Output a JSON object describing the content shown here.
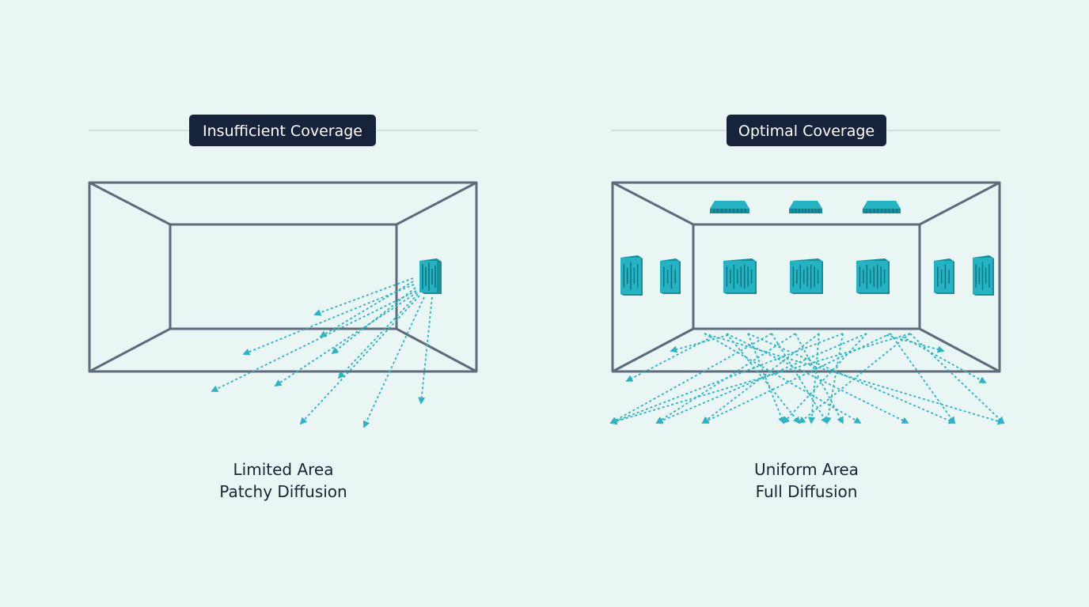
{
  "colors": {
    "background": "#e9f6f3",
    "room_outline": "#5e6b7c",
    "title_bg": "#17223b",
    "title_text": "#ffffff",
    "panel": "#24b3c2",
    "panel_dark": "#168f9d",
    "ray": "#2ab4c4",
    "caption_text": "#1c2333"
  },
  "panels": [
    {
      "id": "insufficient",
      "title": "Insufficient Coverage",
      "caption_line1": "Limited Area",
      "caption_line2": "Patchy Diffusion",
      "icon": "single-diffuser-panel"
    },
    {
      "id": "optimal",
      "title": "Optimal Coverage",
      "caption_line1": "Uniform Area",
      "caption_line2": "Full Diffusion",
      "icon": "multiple-diffuser-panels"
    }
  ]
}
